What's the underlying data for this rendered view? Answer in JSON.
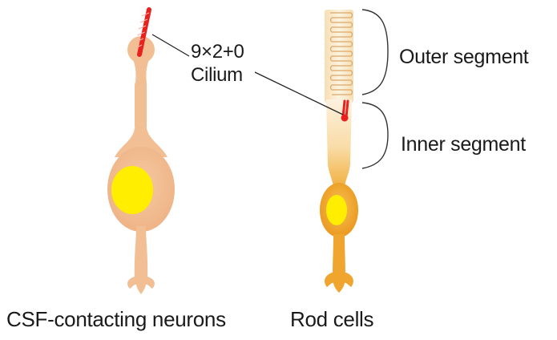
{
  "labels": {
    "cilium_line1": "9×2+0",
    "cilium_line2": "Cilium",
    "outer_segment": "Outer segment",
    "inner_segment": "Inner segment",
    "csf_neurons": "CSF-contacting neurons",
    "rod_cells": "Rod cells"
  },
  "colors": {
    "csf_cell_body": "#f2be94",
    "csf_cell_edge": "#e8a878",
    "nucleus": "#ffee00",
    "cilium": "#e8201e",
    "rod_outer": "#fbe9c7",
    "rod_inner_top": "#fdf0dc",
    "rod_body": "#f0a52e",
    "rod_body_dark": "#e58f14",
    "leader_line": "#222222"
  }
}
